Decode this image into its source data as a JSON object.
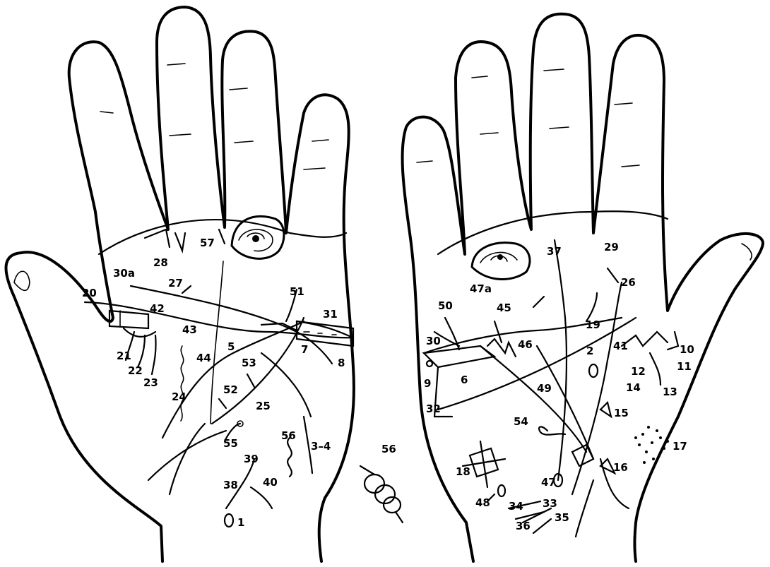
{
  "diagram": {
    "type": "palmistry-hand-markings",
    "left_hand_labels": [
      "1",
      "3–4",
      "5",
      "7",
      "8",
      "20",
      "21",
      "22",
      "23",
      "24",
      "25",
      "27",
      "28",
      "30a",
      "31",
      "38",
      "39",
      "40",
      "42",
      "43",
      "44",
      "51",
      "52",
      "53",
      "55",
      "56",
      "57"
    ],
    "right_hand_labels": [
      "2",
      "6",
      "9",
      "10",
      "11",
      "12",
      "13",
      "14",
      "15",
      "16",
      "17",
      "18",
      "19",
      "26",
      "29",
      "30",
      "32",
      "33",
      "34",
      "35",
      "36",
      "37",
      "41",
      "45",
      "46",
      "47a",
      "47",
      "48",
      "49",
      "50",
      "54"
    ],
    "free_labels": [
      "56"
    ]
  }
}
